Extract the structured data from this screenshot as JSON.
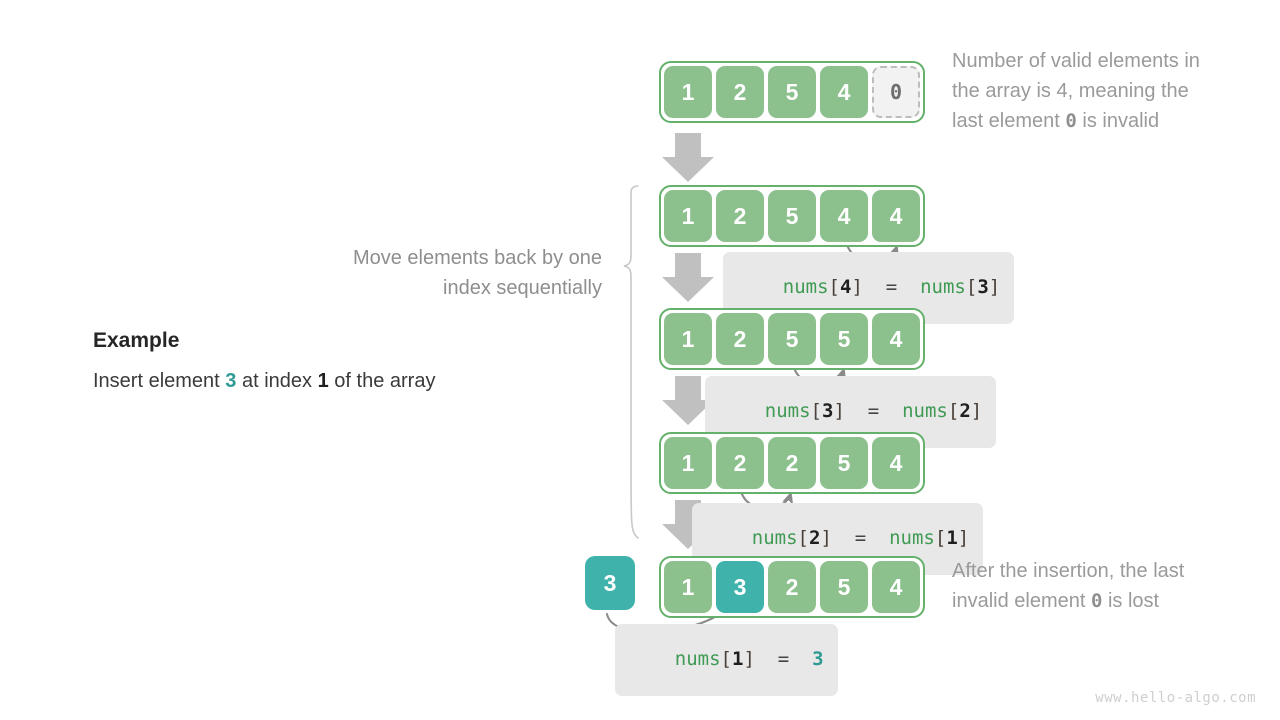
{
  "watermark": "www.hello-algo.com",
  "example": {
    "title": "Example",
    "line_pre": "Insert element ",
    "line_value": "3",
    "line_mid": " at index ",
    "line_index": "1",
    "line_post": " of the array"
  },
  "side_note": {
    "text": "Move elements back by one index sequentially"
  },
  "notes": {
    "top_l1": "Number of valid elements in",
    "top_l2": "the array is 4, meaning the",
    "top_l3_pre": "last element ",
    "top_l3_mono": "0",
    "top_l3_post": " is invalid",
    "bottom_l1": "After the insertion, the last",
    "bottom_l2_pre": "invalid element ",
    "bottom_l2_mono": "0",
    "bottom_l2_post": " is lost"
  },
  "rows": [
    {
      "name": "row-initial",
      "cells": [
        {
          "value": "1",
          "style": "green"
        },
        {
          "value": "2",
          "style": "green"
        },
        {
          "value": "5",
          "style": "green"
        },
        {
          "value": "4",
          "style": "green"
        },
        {
          "value": "0",
          "style": "invalid"
        }
      ]
    },
    {
      "name": "row-shift-4",
      "cells": [
        {
          "value": "1",
          "style": "green"
        },
        {
          "value": "2",
          "style": "green"
        },
        {
          "value": "5",
          "style": "green"
        },
        {
          "value": "4",
          "style": "green"
        },
        {
          "value": "4",
          "style": "green"
        }
      ]
    },
    {
      "name": "row-shift-3",
      "cells": [
        {
          "value": "1",
          "style": "green"
        },
        {
          "value": "2",
          "style": "green"
        },
        {
          "value": "5",
          "style": "green"
        },
        {
          "value": "5",
          "style": "green"
        },
        {
          "value": "4",
          "style": "green"
        }
      ]
    },
    {
      "name": "row-shift-2",
      "cells": [
        {
          "value": "1",
          "style": "green"
        },
        {
          "value": "2",
          "style": "green"
        },
        {
          "value": "2",
          "style": "green"
        },
        {
          "value": "5",
          "style": "green"
        },
        {
          "value": "4",
          "style": "green"
        }
      ]
    },
    {
      "name": "row-final",
      "cells": [
        {
          "value": "1",
          "style": "green"
        },
        {
          "value": "3",
          "style": "teal"
        },
        {
          "value": "2",
          "style": "green"
        },
        {
          "value": "5",
          "style": "green"
        },
        {
          "value": "4",
          "style": "green"
        }
      ]
    }
  ],
  "insert_box": {
    "value": "3"
  },
  "code_labels": [
    {
      "name": "code-nums4-eq-nums3",
      "id1": "nums",
      "ob1": "[",
      "n1": "4",
      "cb1": "]",
      "op": "  =  ",
      "id2": "nums",
      "ob2": "[",
      "n2": "3",
      "cb2": "]"
    },
    {
      "name": "code-nums3-eq-nums2",
      "id1": "nums",
      "ob1": "[",
      "n1": "3",
      "cb1": "]",
      "op": "  =  ",
      "id2": "nums",
      "ob2": "[",
      "n2": "2",
      "cb2": "]"
    },
    {
      "name": "code-nums2-eq-nums1",
      "id1": "nums",
      "ob1": "[",
      "n1": "2",
      "cb1": "]",
      "op": "  =  ",
      "id2": "nums",
      "ob2": "[",
      "n2": "1",
      "cb2": "]"
    },
    {
      "name": "code-nums1-eq-3",
      "id1": "nums",
      "ob1": "[",
      "n1": "1",
      "cb1": "]",
      "op": "  =  ",
      "teal": "3"
    }
  ],
  "colors": {
    "green_fill": "#8cc08d",
    "green_border": "#63b16a",
    "teal": "#3fb3ab",
    "arrow_grey": "#bdbdbd",
    "curve_grey": "#8a8a8a",
    "chip_bg": "#e8e8e8",
    "note_grey": "#9a9a9a"
  },
  "icons": {
    "down_arrow": "down-arrow-icon",
    "curved_arrow": "curved-arrow-icon",
    "brace": "curly-brace-icon"
  }
}
